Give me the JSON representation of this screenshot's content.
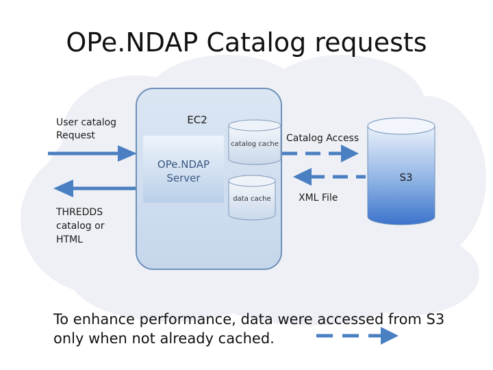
{
  "title": "OPe.NDAP Catalog requests",
  "labels": {
    "ec2": "EC2",
    "server": "OPe.NDAP Server",
    "catalog_cache": "catalog cache",
    "data_cache": "data cache",
    "s3": "S3",
    "user_request": "User catalog Request",
    "thredds": "THREDDS catalog or HTML",
    "catalog_access": "Catalog Access",
    "xml_file": "XML File"
  },
  "caption": "To enhance performance, data were accessed from S3 only when not already cached.",
  "colors": {
    "arrow": "#4a7fc1",
    "box_border": "#6d8fb8",
    "cloud": "#eef0f5"
  }
}
